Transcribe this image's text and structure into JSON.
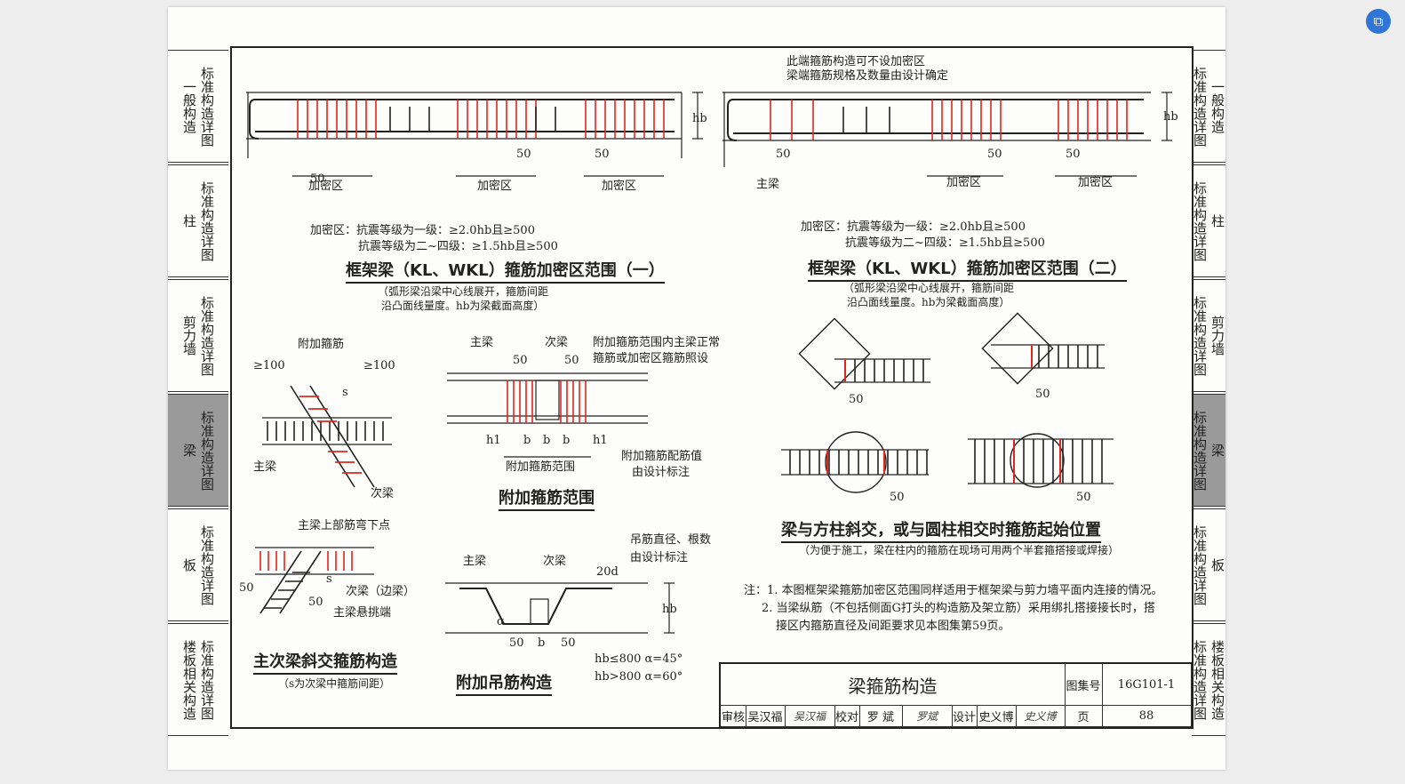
{
  "viewer": {
    "button_icon": "translate-icon"
  },
  "left_tabs": [
    {
      "category": "一般构造",
      "label": "标准构造详图",
      "active": false
    },
    {
      "category": "柱",
      "label": "标准构造详图",
      "active": false
    },
    {
      "category": "剪力墙",
      "label": "标准构造详图",
      "active": false
    },
    {
      "category": "梁",
      "label": "标准构造详图",
      "active": true
    },
    {
      "category": "板",
      "label": "标准构造详图",
      "active": false
    },
    {
      "category": "楼板相关构造",
      "label": "标准构造详图",
      "active": false
    }
  ],
  "right_tabs": [
    {
      "category": "一般构造",
      "label": "标准构造详图",
      "active": false
    },
    {
      "category": "柱",
      "label": "标准构造详图",
      "active": false
    },
    {
      "category": "剪力墙",
      "label": "标准构造详图",
      "active": false
    },
    {
      "category": "梁",
      "label": "标准构造详图",
      "active": true
    },
    {
      "category": "板",
      "label": "标准构造详图",
      "active": false
    },
    {
      "category": "楼板相关构造",
      "label": "标准构造详图",
      "active": false
    }
  ],
  "fig1": {
    "title": "框架梁（KL、WKL）箍筋加密区范围（一）",
    "note1": "（弧形梁沿梁中心线展开，箍筋间距",
    "note2": "沿凸面线量度。hb为梁截面高度）",
    "req1": "加密区：抗震等级为一级：≥2.0hb且≥500",
    "req2": "抗震等级为二~四级：≥1.5hb且≥500",
    "zone": "加密区",
    "dim50": "50",
    "hb": "hb"
  },
  "fig2": {
    "title": "框架梁（KL、WKL）箍筋加密区范围（二）",
    "note1": "（弧形梁沿梁中心线展开，箍筋间距",
    "note2": "沿凸面线量度。hb为梁截面高度）",
    "req1": "加密区：抗震等级为一级：≥2.0hb且≥500",
    "req2": "抗震等级为二~四级：≥1.5hb且≥500",
    "callout1": "此端箍筋构造可不设加密区",
    "callout2": "梁端箍筋规格及数量由设计确定",
    "main_beam": "主梁",
    "zone": "加密区",
    "dim50": "50",
    "hb": "hb"
  },
  "fig3": {
    "title": "主次梁斜交箍筋构造",
    "note": "（s为次梁中箍筋间距）",
    "extra_stirrup": "附加箍筋",
    "ge100": "≥100",
    "main_beam": "主梁",
    "secondary_beam": "次梁",
    "s": "s",
    "dim50": "50"
  },
  "fig4": {
    "title": "附加箍筋范围",
    "main_beam": "主梁",
    "secondary_beam": "次梁",
    "note1": "附加箍筋范围内主梁正常",
    "note2": "箍筋或加密区箍筋照设",
    "zone": "附加箍筋范围",
    "value1": "附加箍筋配筋值",
    "value2": "由设计标注",
    "h1": "h1",
    "b": "b",
    "dim50": "50"
  },
  "fig5": {
    "title": "主次梁斜交箍筋构造",
    "bend": "主梁上部筋弯下点",
    "edge_beam": "次梁（边梁）",
    "cantilever": "主梁悬挑端",
    "s": "s",
    "dim50": "50"
  },
  "fig6": {
    "title": "附加吊筋构造",
    "main_beam": "主梁",
    "secondary_beam": "次梁",
    "note1": "吊筋直径、根数",
    "note2": "由设计标注",
    "d20": "20d",
    "alpha": "α",
    "dim50": "50",
    "b": "b",
    "hb": "hb",
    "rule1": "hb≤800  α=45°",
    "rule2": "hb>800  α=60°"
  },
  "fig7": {
    "title": "梁与方柱斜交，或与圆柱相交时箍筋起始位置",
    "note": "（为便于施工，梁在柱内的箍筋在现场可用两个半套箍搭接或焊接）",
    "dim50": "50"
  },
  "notes": {
    "n1": "注：1. 本图框架梁箍筋加密区范围同样适用于框架梁与剪力墙平面内连接的情况。",
    "n2": "2. 当梁纵筋（不包括侧面G打头的构造筋及架立筋）采用绑扎搭接接长时，搭",
    "n3": "接区内箍筋直径及间距要求见本图集第59页。"
  },
  "titleblock": {
    "title": "梁箍筋构造",
    "atlas_label": "图集号",
    "atlas_no": "16G101-1",
    "review": "审核",
    "reviewer": "吴汉福",
    "reviewer_sig": "吴汉福",
    "check": "校对",
    "checker": "罗 斌",
    "checker_sig": "罗斌",
    "design": "设计",
    "designer": "史义博",
    "designer_sig": "史义博",
    "page_label": "页",
    "page_no": "88"
  },
  "colors": {
    "red": "#e0261d",
    "ink": "#222222",
    "active_tab": "#9a9a9a"
  }
}
